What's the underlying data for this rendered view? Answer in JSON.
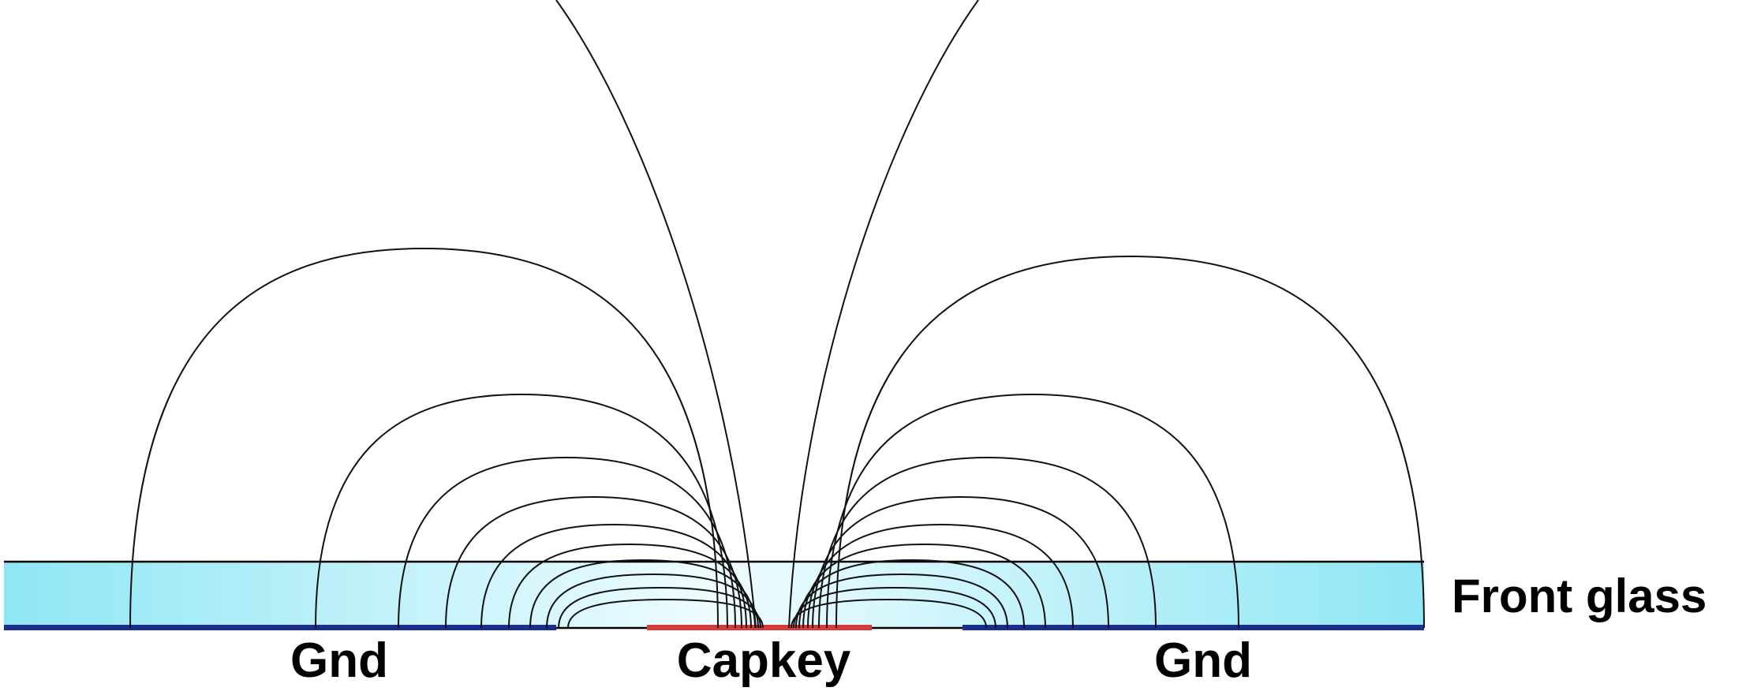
{
  "labels": {
    "front_glass": "Front glass",
    "gnd_left": "Gnd",
    "capkey": "Capkey",
    "gnd_right": "Gnd"
  },
  "colors": {
    "glass_edge": "#8fe6f4",
    "glass_center": "#eefcff",
    "ground_electrode": "#1b2f8e",
    "capkey_electrode": "#d63a3a",
    "field_lines": "#111111"
  },
  "field_line_count_per_side": 11
}
